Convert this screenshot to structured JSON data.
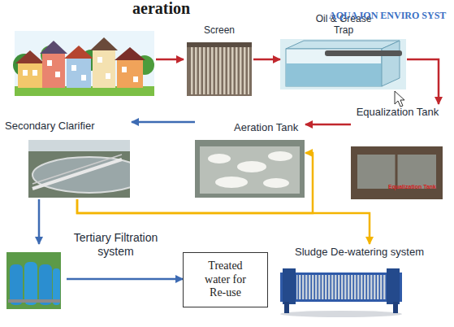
{
  "diagram": {
    "title": "aeration",
    "nodes": [
      {
        "text": [
          "Screen"
        ]
      },
      {
        "text": [
          "Oil & Grease Trap"
        ]
      },
      {
        "text": [
          "Equalization Tank"
        ]
      },
      {
        "text": [
          "Secondary Clarifier"
        ]
      },
      {
        "text": [
          "Aeration Tank"
        ]
      },
      {
        "text": [
          "Tertiary Filtration system"
        ]
      },
      {
        "text": [
          "Treated water for Re-use"
        ]
      },
      {
        "text": [
          "Sludge De-watering system"
        ]
      }
    ],
    "edges": [
      {
        "from": 0,
        "to": 1,
        "arrow": "to"
      },
      {
        "from": 1,
        "to": 2,
        "arrow": "to"
      },
      {
        "from": 2,
        "to": 4,
        "arrow": "to"
      },
      {
        "from": 4,
        "to": 3,
        "arrow": "to"
      },
      {
        "from": 3,
        "to": 5,
        "arrow": "to"
      },
      {
        "from": 5,
        "to": 6,
        "arrow": "to"
      },
      {
        "from": 3,
        "to": 4,
        "arrow": "to"
      },
      {
        "from": 3,
        "to": 7,
        "arrow": "to"
      }
    ],
    "labels": [
      "AQUA ION ENVIRO SYST",
      "Equalization Tank"
    ]
  }
}
